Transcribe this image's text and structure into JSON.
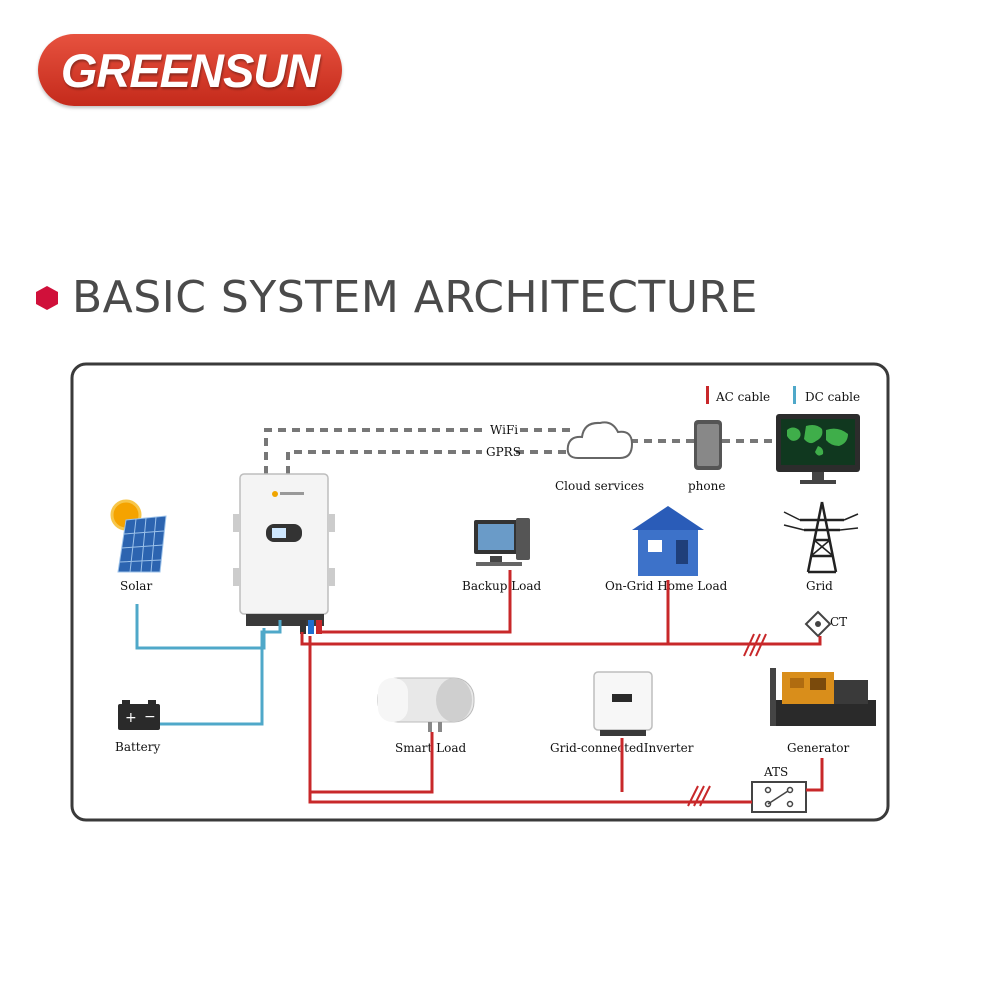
{
  "brand": {
    "logo_text": "GREENSUN",
    "logo_color": "#d63a29"
  },
  "heading": {
    "title": "BASIC SYSTEM ARCHITECTURE",
    "bullet_color": "#d0103a"
  },
  "legend": {
    "ac": "AC cable",
    "dc": "DC cable",
    "ac_color": "#c8282a",
    "dc_color": "#4fa8c9"
  },
  "links": {
    "wifi": "WiFi",
    "gprs": "GPRS"
  },
  "nodes": {
    "cloud": "Cloud services",
    "phone": "phone",
    "solar": "Solar",
    "backup": "Backup Load",
    "home": "On-Grid Home  Load",
    "grid": "Grid",
    "ct": "CT",
    "battery": "Battery",
    "smart": "Smart Load",
    "inverter": "Grid-connectedInverter",
    "generator": "Generator",
    "ats": "ATS"
  }
}
